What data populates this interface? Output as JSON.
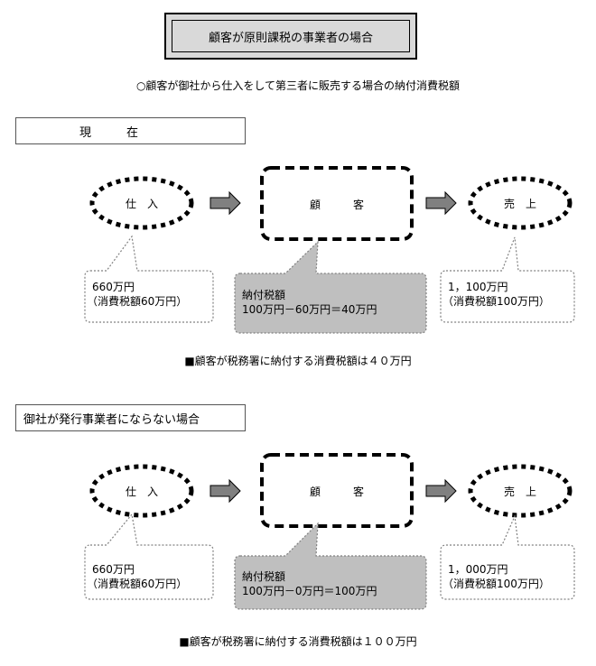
{
  "header": {
    "title": "顧客が原則課税の事業者の場合"
  },
  "subtitle": "○顧客が御社から仕入をして第三者に販売する場合の納付消費税額",
  "sections": [
    {
      "title": "現　　　在",
      "nodes": {
        "purchase": "仕　入",
        "customer": "顧　　　客",
        "sales": "売　上"
      },
      "purchase_callout": {
        "line1": "660万円",
        "line2": "（消費税額60万円）"
      },
      "customer_callout": {
        "line1": "納付税額",
        "line2": "100万円－60万円＝40万円"
      },
      "sales_callout": {
        "line1": "1，100万円",
        "line2": "（消費税額100万円）"
      },
      "note": "■顧客が税務署に納付する消費税額は４０万円"
    },
    {
      "title": "御社が発行事業者にならない場合",
      "nodes": {
        "purchase": "仕　入",
        "customer": "顧　　　客",
        "sales": "売　上"
      },
      "purchase_callout": {
        "line1": "660万円",
        "line2": "（消費税額60万円）"
      },
      "customer_callout": {
        "line1": "納付税額",
        "line2": "100万円－0万円＝100万円"
      },
      "sales_callout": {
        "line1": "1，000万円",
        "line2": "（消費税額100万円）"
      },
      "note": "■顧客が税務署に納付する消費税額は１００万円"
    }
  ],
  "colors": {
    "callout_fill": "#bfbfbf",
    "arrow_fill": "#808080",
    "header_fill": "#d9d9d9"
  }
}
